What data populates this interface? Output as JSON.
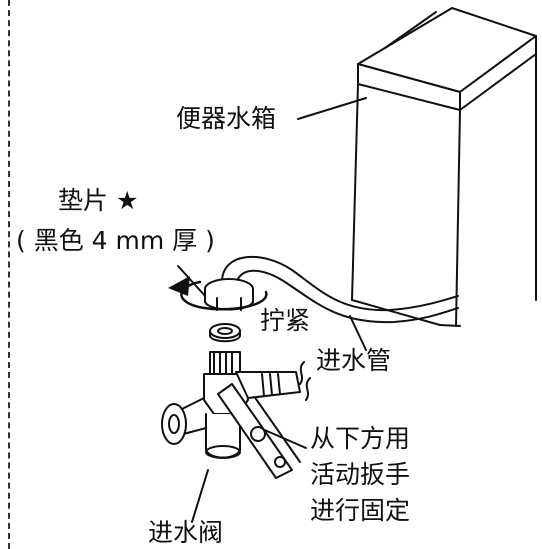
{
  "labels": {
    "tank": "便器水箱",
    "washer_line1": "垫片 ★",
    "washer_line2": "( 黑色 4 mm 厚 )",
    "tighten": "拧紧",
    "inlet_pipe": "进水管",
    "wrench_line1": "从下方用",
    "wrench_line2": "活动扳手",
    "wrench_line3": "进行固定",
    "inlet_valve": "进水阀"
  },
  "icons": [
    "rotation-arrow-icon",
    "star-icon"
  ],
  "colors": {
    "line": "#111111",
    "background": "#ffffff",
    "edge": "#333333"
  }
}
